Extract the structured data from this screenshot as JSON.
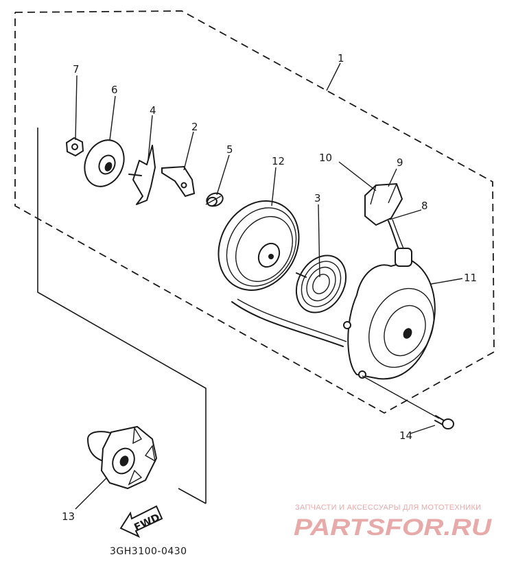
{
  "callouts": {
    "n1": "1",
    "n2": "2",
    "n3": "3",
    "n4": "4",
    "n5": "5",
    "n6": "6",
    "n7": "7",
    "n8": "8",
    "n9": "9",
    "n10": "10",
    "n11": "11",
    "n12": "12",
    "n13": "13",
    "n14": "14"
  },
  "fwd_label": "FWD",
  "drawing_code": "3GH3100-0430",
  "watermark": {
    "tagline": "ЗАПЧАСТИ И АКСЕССУАРЫ ДЛЯ МОТОТЕХНИКИ",
    "logo": "PARTSFOR.RU",
    "color": "#e8a9a9"
  }
}
